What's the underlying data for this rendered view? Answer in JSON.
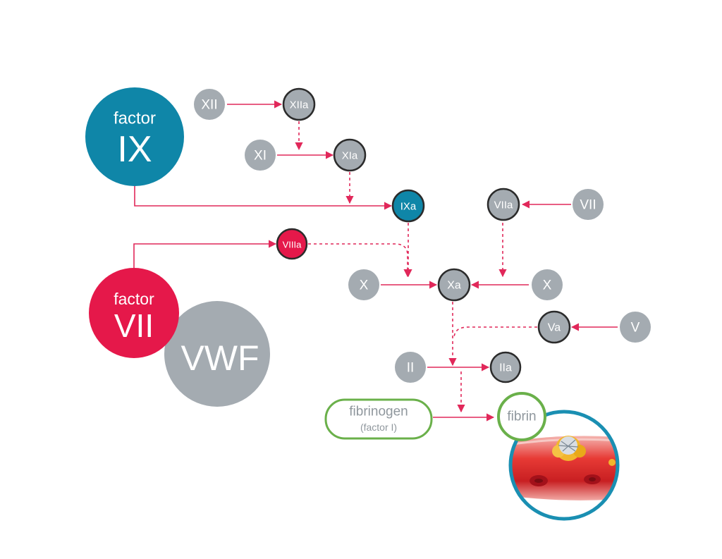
{
  "colors": {
    "gray": "#a4abb1",
    "blue": "#0f86a8",
    "crimson": "#e5184a",
    "arrow": "#e1285a",
    "green": "#6ab04a",
    "outline": "#2b2b2b"
  },
  "big": {
    "factor_ix": {
      "label_top": "factor",
      "label_main": "IX"
    },
    "factor_vii": {
      "label_top": "factor",
      "label_main": "VII"
    },
    "vwf": {
      "label": "VWF"
    }
  },
  "nodes": {
    "xii": "XII",
    "xiia": "XIIa",
    "xi": "XI",
    "xia": "XIa",
    "ixa": "IXa",
    "viia": "VIIa",
    "vii": "VII",
    "viiia": "VIIIa",
    "x_left": "X",
    "xa": "Xa",
    "x_right": "X",
    "va": "Va",
    "v": "V",
    "ii": "II",
    "iia": "IIa"
  },
  "fibrinogen": {
    "line1": "fibrinogen",
    "line2": "(factor I)"
  },
  "fibrin": "fibrin",
  "icons": [
    "blood-vessel-clot-icon"
  ]
}
